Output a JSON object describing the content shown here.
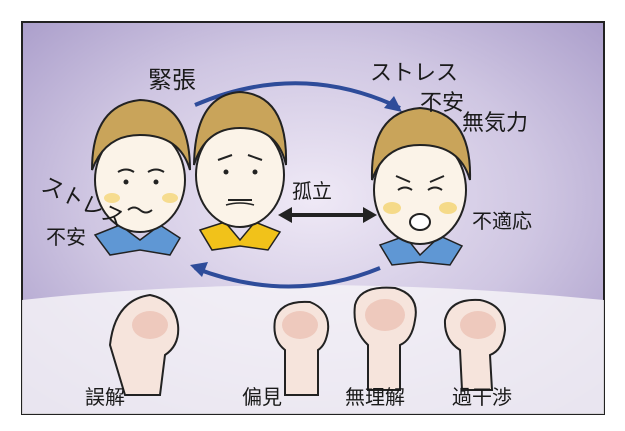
{
  "labels": {
    "tension": "緊張",
    "stress_top_right": "ストレス",
    "anxiety_top_right": "不安",
    "lethargy": "無気力",
    "stress_left": "ストレス",
    "anxiety_left": "不安",
    "isolation": "孤立",
    "maladjustment": "不適応",
    "misunderstanding": "誤解",
    "prejudice": "偏見",
    "lack_of_understanding": "無理解",
    "overinterference": "過干渉"
  },
  "colors": {
    "background_crayon": "#8a7fb0",
    "hair": "#c9a45a",
    "arrow": "#2e4c9a",
    "collar_blue": "#5f97d4",
    "collar_yellow": "#f1c21a",
    "skin_fist": "#e9b7a8"
  }
}
